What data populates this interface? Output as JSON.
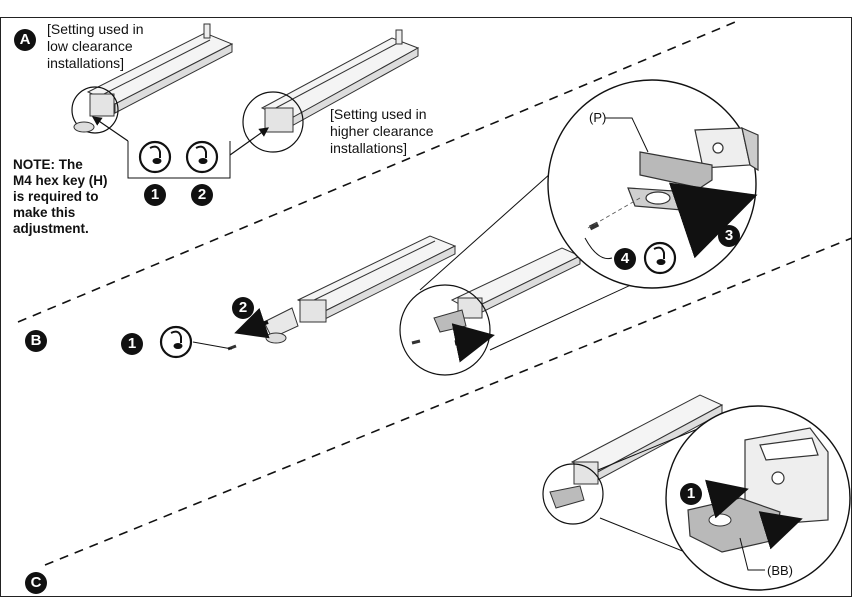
{
  "sections": {
    "a": "A",
    "b": "B",
    "c": "C"
  },
  "captions": {
    "low": "[Setting used in\nlow clearance\ninstallations]",
    "high": "[Setting used in\nhigher clearance\ninstallations]"
  },
  "note": "NOTE: The\nM4 hex key (H)\nis required to\nmake this\nadjustment.",
  "steps_a": [
    "1",
    "2"
  ],
  "steps_b": [
    "1",
    "2",
    "3",
    "4"
  ],
  "steps_c": [
    "1"
  ],
  "part_labels": {
    "p": "(P)",
    "bb": "(BB)"
  }
}
